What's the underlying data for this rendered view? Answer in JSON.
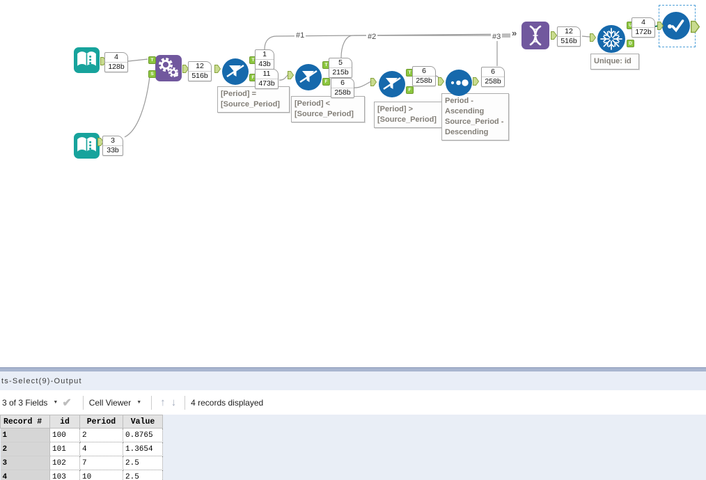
{
  "colors": {
    "tool_blue": "#1669AC",
    "tool_teal": "#17A39C",
    "tool_purple": "#71589E",
    "anchor_green_fill": "#C9DB8F",
    "anchor_green_stroke": "#85A23C",
    "anchor_label_green": "#8CC63F",
    "wire_gray": "#999999",
    "selected_wire_green": "#117A52",
    "selection_dash_blue": "#4D9FD8",
    "panel_bg": "#E9EEF6",
    "splitter_bg": "#A9B6D0"
  },
  "icons": {
    "caret": "▼",
    "check": "✔",
    "up_arrow": "↑",
    "down_arrow": "↓",
    "multi_input_chevrons": "»"
  },
  "canvas": {
    "connection_labels": {
      "c1": "#1",
      "c2": "#2",
      "c3": "#3"
    },
    "anchors": {
      "t": "T",
      "s": "S",
      "f": "F",
      "u": "U",
      "d": "D"
    },
    "badges": {
      "input1": {
        "count": "4",
        "size": "128b"
      },
      "input2": {
        "count": "3",
        "size": "33b"
      },
      "join_out": {
        "count": "12",
        "size": "516b"
      },
      "filter1_true": {
        "count": "1",
        "size": "43b"
      },
      "filter1_false": {
        "count": "11",
        "size": "473b"
      },
      "filter2_true": {
        "count": "5",
        "size": "215b"
      },
      "filter2_false": {
        "count": "6",
        "size": "258b"
      },
      "filter3_true": {
        "count": "6",
        "size": "258b"
      },
      "sort_out": {
        "count": "6",
        "size": "258b"
      },
      "union_out": {
        "count": "12",
        "size": "516b"
      },
      "unique_out": {
        "count": "4",
        "size": "172b"
      }
    },
    "annotations": {
      "filter1": {
        "line1": "[Period] =",
        "line2": "[Source_Period]"
      },
      "filter2": {
        "line1": "[Period] <",
        "line2": "[Source_Period]"
      },
      "filter3": {
        "line1": "[Period] >",
        "line2": "[Source_Period]"
      },
      "sort": {
        "line1": "Period -",
        "line2": "Ascending",
        "line3": "Source_Period -",
        "line4": "Descending"
      },
      "unique": "Unique: id"
    }
  },
  "results": {
    "title": "ts-Select(9)-Output",
    "toolbar": {
      "fields_dropdown": "3 of 3 Fields",
      "cell_viewer_dropdown": "Cell Viewer",
      "records_displayed": "4 records displayed"
    },
    "table": {
      "headers": {
        "record": "Record #",
        "id": "id",
        "period": "Period",
        "value": "Value"
      },
      "rows": [
        {
          "record": "1",
          "id": "100",
          "period": "2",
          "value": "0.8765"
        },
        {
          "record": "2",
          "id": "101",
          "period": "4",
          "value": "1.3654"
        },
        {
          "record": "3",
          "id": "102",
          "period": "7",
          "value": "2.5"
        },
        {
          "record": "4",
          "id": "103",
          "period": "10",
          "value": "2.5"
        }
      ]
    }
  }
}
